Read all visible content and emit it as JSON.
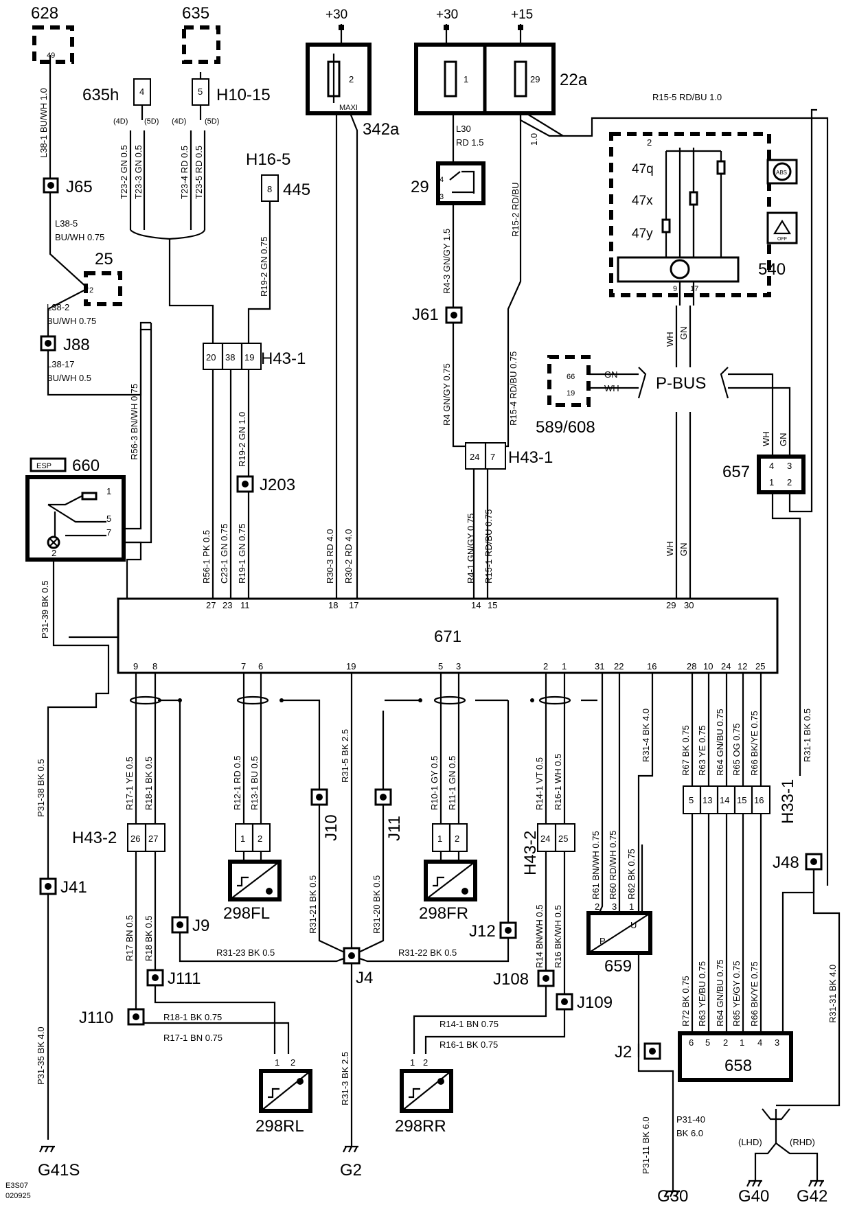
{
  "diagram": {
    "footer": {
      "code": "E3S07",
      "date": "020925"
    },
    "supply": {
      "plus30a": "+30",
      "plus30b": "+30",
      "plus15": "+15"
    },
    "components": {
      "c628": "628",
      "c628_pin": "49",
      "c635": "635",
      "c635h": "635h",
      "c635h_pin": "4",
      "h1015": "H10-15",
      "h1015_pin": "5",
      "v4d_a": "(4D)",
      "v5d_a": "(5D)",
      "v4d_b": "(4D)",
      "v5d_b": "(5D)",
      "h165": "H16-5",
      "c445": "445",
      "c445_pin": "8",
      "c342a": "342a",
      "fuse2": "2",
      "maxi": "MAXI",
      "c22a": "22a",
      "fuse1": "1",
      "fuse29": "29",
      "c29": "29",
      "relay_pin4": "4",
      "relay_pin3": "3",
      "c25": "25",
      "c25_pin": "2",
      "esp": "ESP",
      "c660": "660",
      "c660_pins": [
        "1",
        "5",
        "7",
        "2"
      ],
      "c540": "540",
      "c540_pin2": "2",
      "c540_pin9": "9",
      "c540_pin17": "17",
      "c47q": "47q",
      "c47x": "47x",
      "c47y": "47y",
      "abs_icon": "ABS",
      "off_icon": "OFF",
      "c589": "589/608",
      "c589_pin66": "66",
      "c589_pin19": "19",
      "pbus": "P-BUS",
      "c657": "657",
      "c657_pins": [
        "4",
        "3",
        "1",
        "2"
      ],
      "c671": "671",
      "c659": "659",
      "c659_p": "P",
      "c659_u": "U",
      "c659_pins": [
        "2",
        "3",
        "1"
      ],
      "c658": "658",
      "c658_pins": [
        "6",
        "5",
        "2",
        "1",
        "4",
        "3"
      ],
      "c298fl": "298FL",
      "c298fr": "298FR",
      "c298rl": "298RL",
      "c298rr": "298RR",
      "s298_pin1": "1",
      "s298_pin2": "2",
      "h43_1a": "H43-1",
      "h43_1a_pins": [
        "20",
        "38",
        "19"
      ],
      "h43_1b": "H43-1",
      "h43_1b_pins": [
        "24",
        "7"
      ],
      "h43_2a": "H43-2",
      "h43_2a_pins": [
        "26",
        "27"
      ],
      "h43_2b": "H43-2",
      "h43_2b_pins": [
        "24",
        "25"
      ],
      "h33_1": "H33-1",
      "h33_1_pins": [
        "5",
        "13",
        "14",
        "15",
        "16"
      ],
      "lhd": "(LHD)",
      "rhd": "(RHD)"
    },
    "pins671_top": [
      "27",
      "23",
      "11",
      "18",
      "17",
      "14",
      "15",
      "29",
      "30"
    ],
    "pins671_bottom": [
      "9",
      "8",
      "7",
      "6",
      "19",
      "5",
      "3",
      "2",
      "1",
      "31",
      "22",
      "16",
      "28",
      "10",
      "24",
      "12",
      "25"
    ],
    "junctions": {
      "j65": "J65",
      "j88": "J88",
      "j61": "J61",
      "j203": "J203",
      "j41": "J41",
      "j10": "J10",
      "j11": "J11",
      "j9": "J9",
      "j12": "J12",
      "j4": "J4",
      "j111": "J111",
      "j110": "J110",
      "j108": "J108",
      "j109": "J109",
      "j48": "J48",
      "j2": "J2"
    },
    "grounds": {
      "g41s": "G41S",
      "g2": "G2",
      "g30": "G30",
      "g40": "G40",
      "g42": "G42"
    },
    "wires": {
      "l381": "L38-1  BU/WH  1.0",
      "l385a": "L38-5",
      "l385b": "BU/WH 0.75",
      "l382a": "L38-2",
      "l382b": "BU/WH  0.75",
      "l3817a": "L38-17",
      "l3817b": "BU/WH  0.5",
      "t232": "T23-2  GN  0.5",
      "t233": "T23-3  GN  0.5",
      "t234": "T23-4  RD  0.5",
      "t235": "T23-5  RD  0.5",
      "r192a": "R19-2  GN  0.75",
      "r563": "R56-3  BN/WH  0.75",
      "r561": "R56-1  PK  0.5",
      "c231": "C23-1  GN  0.75",
      "r191": "R19-1  GN  0.75",
      "r192b": "R19-2  GN  1.0",
      "r303": "R30-3  RD  4.0",
      "r302": "R30-2  RD  4.0",
      "l30a": "L30",
      "l30b": "RD  1.5",
      "fuse29w": "1.0",
      "r152": "R15-2  RD/BU",
      "r155": "R15-5  RD/BU  1.0",
      "r43": "R4-3  GN/GY  1.5",
      "r4": "R4  GN/GY  0.75",
      "r154": "R15-4  RD/BU  0.75",
      "r41": "R4-1  GN/GY  0.75",
      "r151": "R15-1  RD/BU  0.75",
      "p3139": "P31-39  BK  0.5",
      "p3138": "P31-38  BK  0.5",
      "p3135": "P31-35  BK  4.0",
      "wh": "WH",
      "gn": "GN",
      "r171": "R17-1  YE  0.5",
      "r181": "R18-1  BK  0.5",
      "r121": "R12-1  RD  0.5",
      "r131": "R13-1  BU  0.5",
      "r315": "R31-5  BK  2.5",
      "r101": "R10-1  GY  0.5",
      "r111": "R11-1  GN  0.5",
      "r141": "R14-1  VT  0.5",
      "r161": "R16-1  WH  0.5",
      "r314": "R31-4  BK  4.0",
      "r67": "R67  BK  0.75",
      "r63": "R63  YE  0.75",
      "r64": "R64  GN/BU  0.75",
      "r65": "R65  OG  0.75",
      "r66": "R66  BK/YE  0.75",
      "r311": "R31-1  BK  0.5",
      "r3121": "R31-21  BK  0.5",
      "r3120": "R31-20  BK  0.5",
      "r3123": "R31-23   BK   0.5",
      "r3122": "R31-22   BK   0.5",
      "r313": "R31-3  BK  2.5",
      "r17": "R17  BN  0.5",
      "r18": "R18  BK  0.5",
      "r14": "R14  BN/WH  0.5",
      "r16": "R16  BK/WH  0.5",
      "r61": "R61  BN/WH  0.75",
      "r60": "R60  RD/WH  0.75",
      "r62": "R62  BK  0.75",
      "r181b": "R18-1   BK   0.75",
      "r171b": "R17-1   BN   0.75",
      "r141b": "R14-1   BN   0.75",
      "r161b": "R16-1   BK   0.75",
      "r72": "R72  BK  0.75",
      "r63b": "R63  YE/BU  0.75",
      "r64b": "R64  GN/BU  0.75",
      "r65b": "R65  YE/GY  0.75",
      "r66b": "R66  BK/YE  0.75",
      "r3131": "R31-31  BK  4.0",
      "p3111": "P31-11  BK  6.0",
      "p3140a": "P31-40",
      "p3140b": "BK 6.0"
    }
  }
}
